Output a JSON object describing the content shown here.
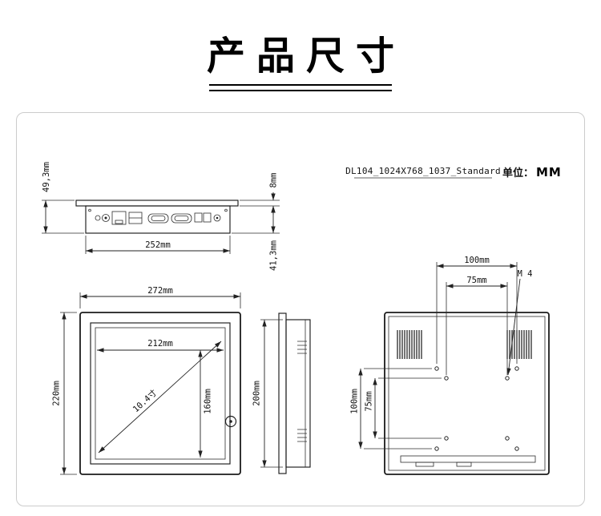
{
  "page": {
    "title": "产品尺寸"
  },
  "header": {
    "model_label": "DL104_1024X768_1037_Standard",
    "unit_label": "单位：",
    "unit_value": "MM"
  },
  "top_view": {
    "total_depth": "49,3mm",
    "bezel_thickness": "8mm",
    "width": "252mm",
    "body_depth": "41,3mm"
  },
  "front_view": {
    "width": "272mm",
    "height": "220mm",
    "screen_width": "212mm",
    "screen_height": "160mm",
    "diagonal": "10.4寸"
  },
  "side_view": {
    "height": "200mm"
  },
  "rear_view": {
    "vesa_width_100": "100mm",
    "vesa_width_75": "75mm",
    "vesa_height_100": "100mm",
    "vesa_height_75": "75mm",
    "screw_label": "M 4"
  }
}
